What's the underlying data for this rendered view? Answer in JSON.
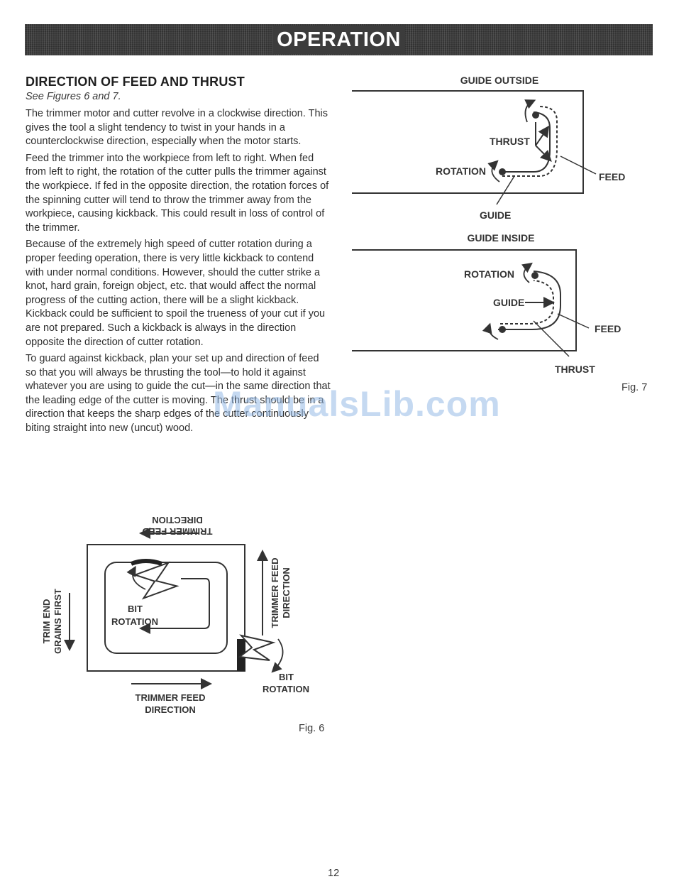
{
  "header": {
    "title": "OPERATION"
  },
  "section": {
    "title": "DIRECTION OF FEED AND THRUST",
    "ref": "See Figures 6 and 7."
  },
  "paragraphs": [
    "The trimmer motor and cutter revolve in a clockwise direction. This gives the tool a slight tendency to twist in your hands in a counterclockwise direction, especially when the motor starts.",
    "Feed the trimmer into the workpiece from left to right. When fed from left to right, the rotation of the cutter pulls the trimmer against the workpiece. If fed in the opposite direction, the rotation forces of the spinning cutter will tend to throw the trimmer away from the workpiece, causing kickback. This could result in loss of control of the trimmer.",
    "Because of the extremely high speed of cutter rotation during a proper feeding operation, there is very little kickback to contend with under normal conditions. However, should the cutter strike a knot, hard grain, foreign object, etc. that would affect the normal progress of the cutting action, there will be a slight kickback. Kickback could be sufficient to spoil the trueness of your cut if you are not prepared. Such a kickback is always in the direction opposite the direction of cutter rotation.",
    "To guard against kickback, plan your set up and direction of feed so that you will always be thrusting the tool—to hold it against whatever you are using to guide the cut—in the same direction that the leading edge of the cutter is moving. The thrust should be in a direction that keeps the sharp edges of the cutter continuously biting straight into new (uncut) wood."
  ],
  "watermark": "ManualsLib.com",
  "fig6": {
    "caption": "Fig. 6",
    "top_label": "TRIMMER FEED DIRECTION",
    "left_label_1": "TRIM END",
    "left_label_2": "GRAINS FIRST",
    "right_label_1": "TRIMMER FEED",
    "right_label_2": "DIRECTION",
    "inner_bit": "BIT",
    "inner_rotation": "ROTATION",
    "bottom_label_1": "TRIMMER FEED",
    "bottom_label_2": "DIRECTION",
    "corner_bit": "BIT",
    "corner_rotation": "ROTATION"
  },
  "fig7": {
    "caption": "Fig. 7",
    "outside": {
      "title": "GUIDE OUTSIDE",
      "thrust": "THRUST",
      "rotation": "ROTATION",
      "feed": "FEED",
      "guide": "GUIDE"
    },
    "inside": {
      "title": "GUIDE INSIDE",
      "rotation": "ROTATION",
      "guide": "GUIDE",
      "feed": "FEED",
      "thrust": "THRUST"
    }
  },
  "page_number": "12"
}
